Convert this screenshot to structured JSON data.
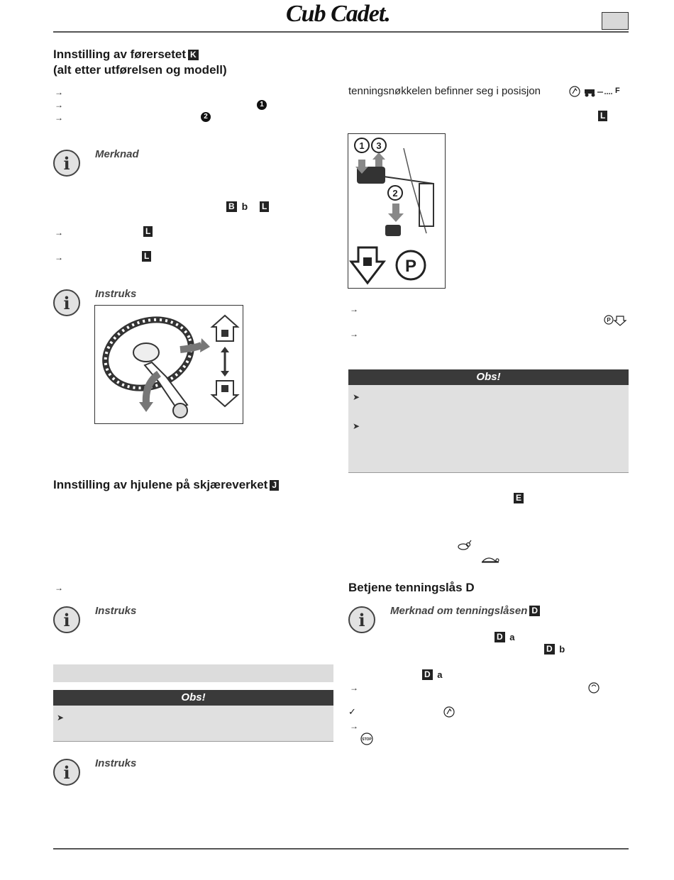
{
  "header": {
    "logo": "Cub Cadet.",
    "page_box": ""
  },
  "left": {
    "seat_heading_line1": "Innstilling av førersetet",
    "seat_heading_tag": "K",
    "seat_heading_line2": "(alt etter utførelsen og modell)",
    "bullet_arrow": "→",
    "num1": "1",
    "num2": "2",
    "note1_title": "Merknad",
    "tag_B": "B",
    "b_text": "b",
    "tag_L": "L",
    "instr1_title": "Instruks",
    "wheels_heading": "Innstilling av hjulene på skjæreverket",
    "wheels_tag": "J",
    "instr2_title": "Instruks",
    "obs_title": "Obs!",
    "chevron": "➤",
    "instr3_title": "Instruks"
  },
  "right": {
    "key_text": "tenningsnøkkelen befinner seg i posisjon",
    "key_F": "F",
    "tag_L": "L",
    "fig_labels": [
      "1",
      "3",
      "2"
    ],
    "obs_title": "Obs!",
    "tag_E": "E",
    "ignition_heading": "Betjene tenningslås D",
    "note_title": "Merknad om tenningslåsen",
    "tag_D": "D",
    "a_text": "a",
    "b_text": "b",
    "check": "✓",
    "stop_label": "STOP"
  },
  "colors": {
    "dark_header": "#3a3a3a",
    "grey_panel": "#e0e0e0",
    "tag_bg": "#222222"
  }
}
